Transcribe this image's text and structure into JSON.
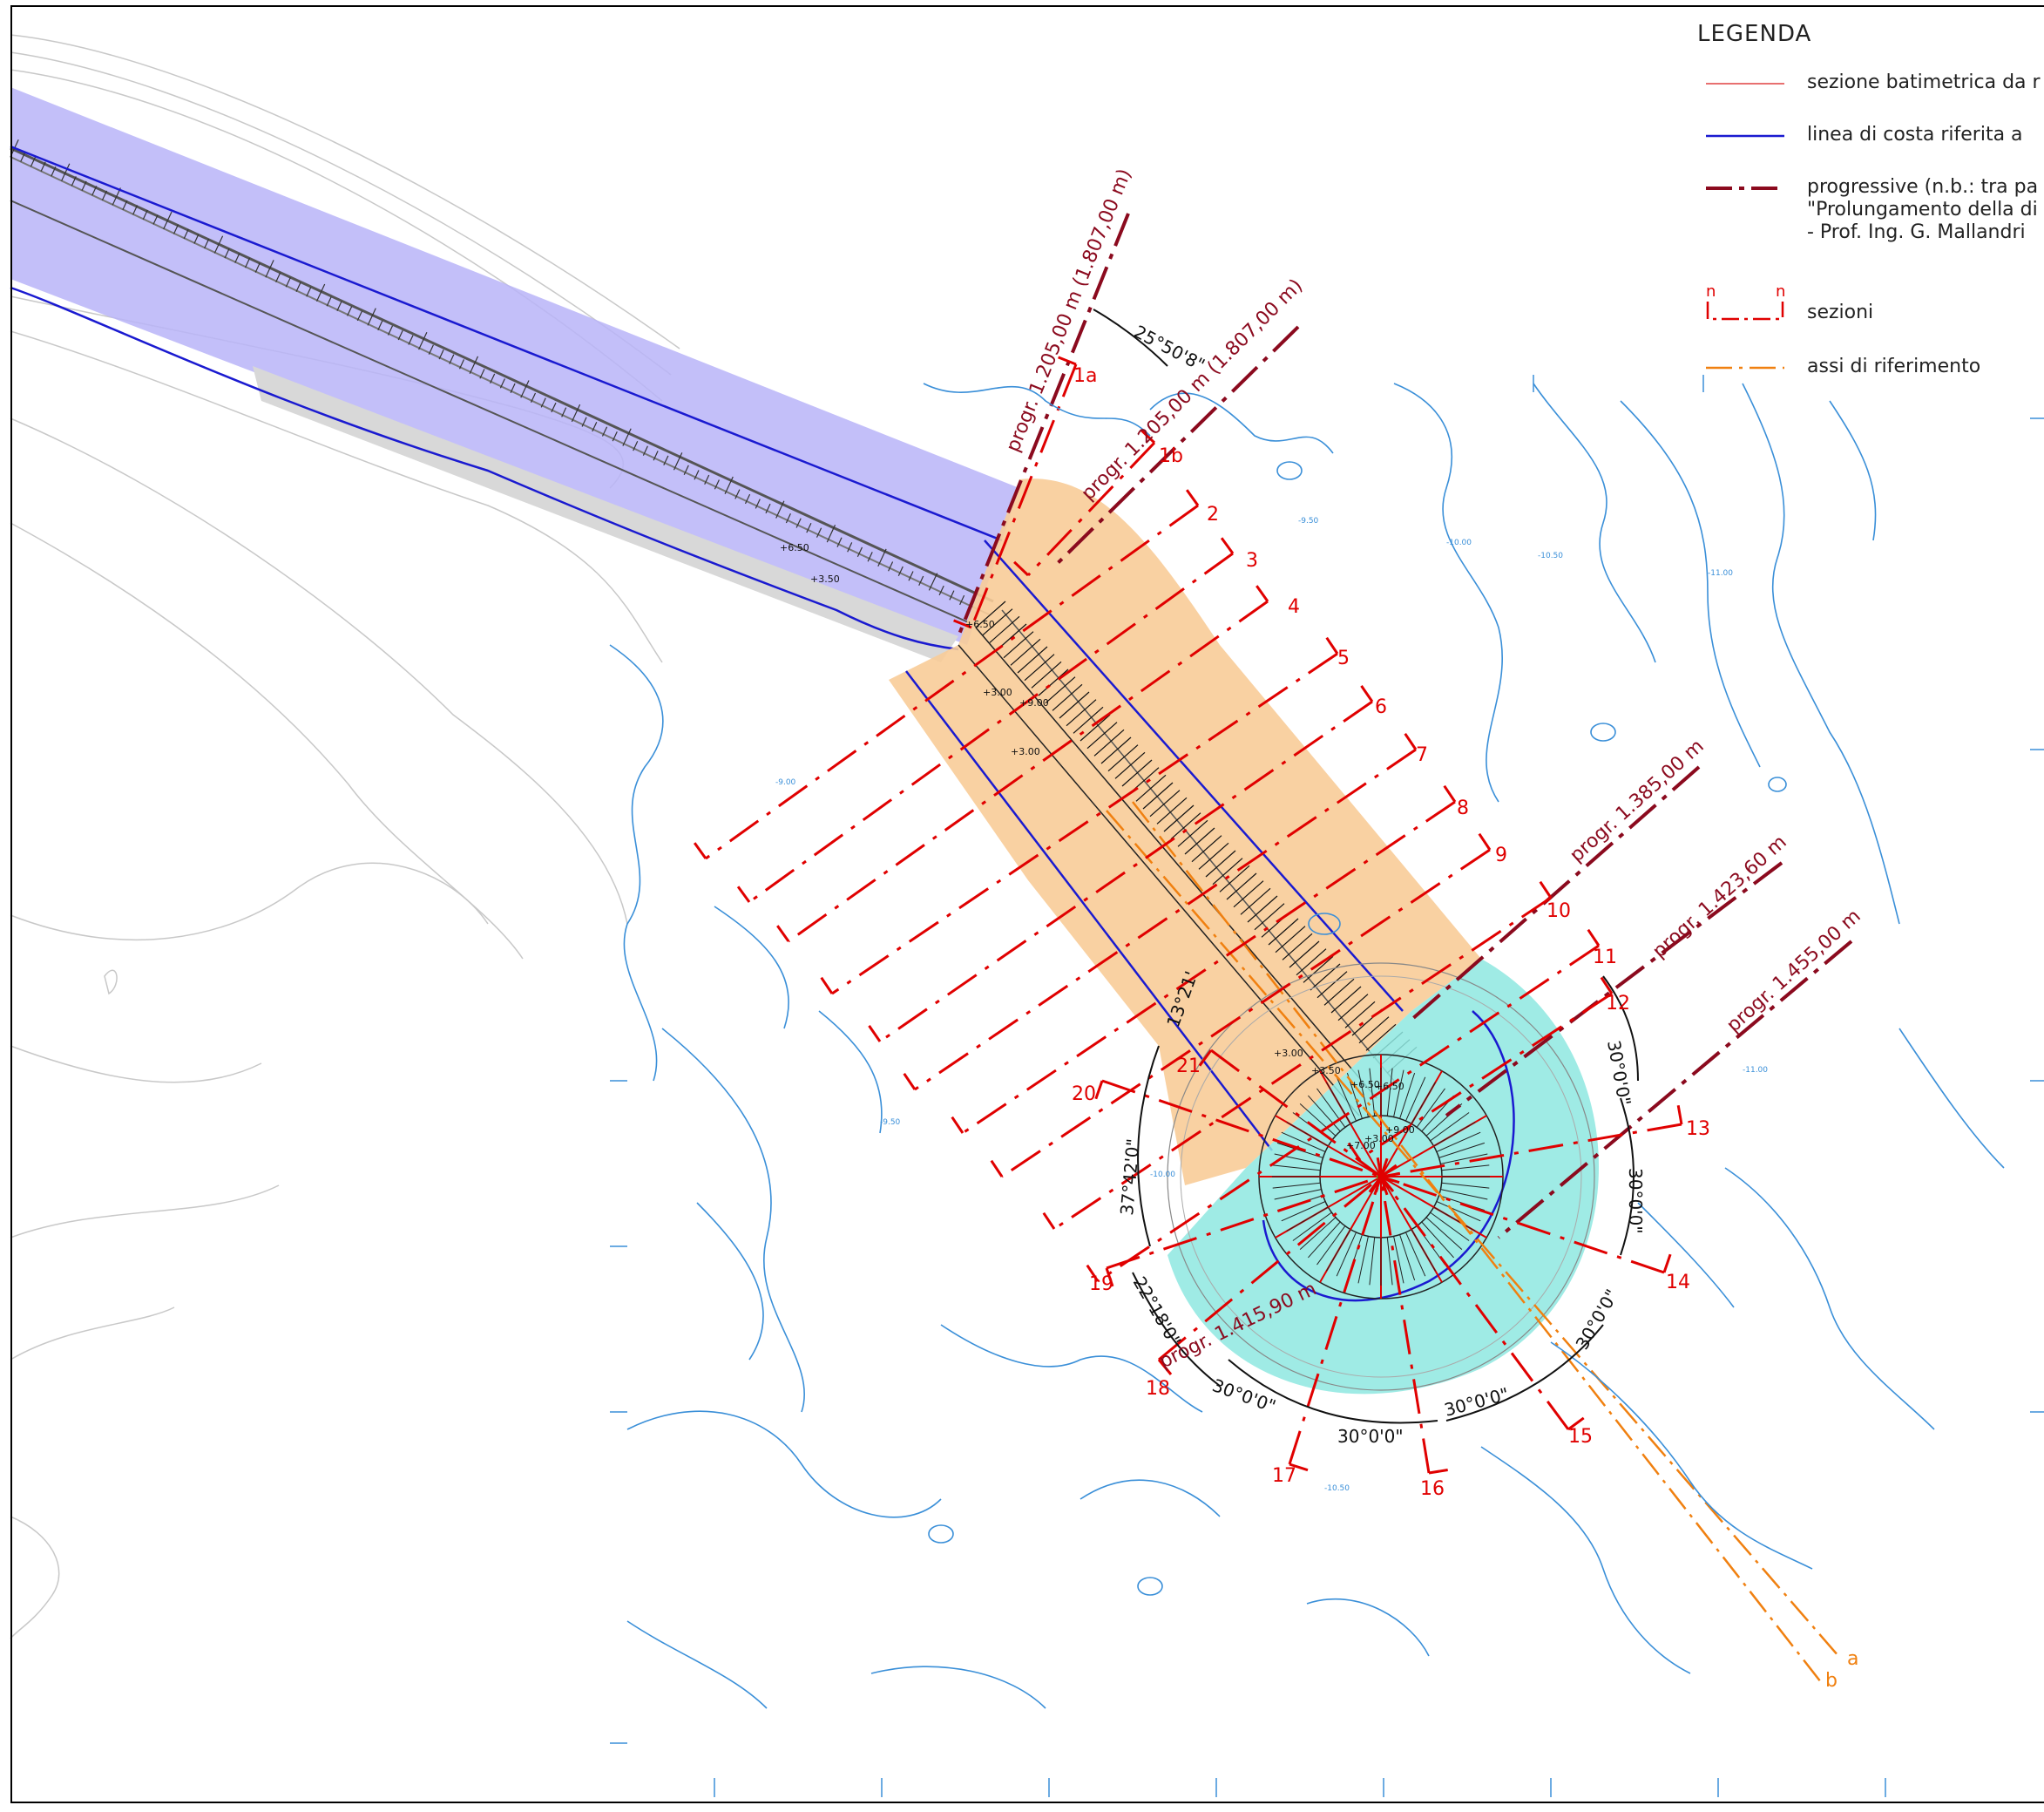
{
  "legend": {
    "title": "LEGENDA",
    "items": [
      {
        "label": "sezione batimetrica da r",
        "color": "#e04040"
      },
      {
        "label": "linea di costa riferita a",
        "color": "#1a1ad0"
      },
      {
        "label": "progressive (n.b.: tra pa",
        "extra1": "\"Prolungamento della di",
        "extra2": "- Prof. Ing. G. Mallandri",
        "color": "#8b0a1e"
      },
      {
        "label": "sezioni",
        "marker": "n",
        "color": "#e00000"
      },
      {
        "label": "assi di riferimento",
        "color": "#f08010"
      }
    ]
  },
  "progressives": [
    {
      "text": "progr. 1.205,00 m (1.807,00 m)"
    },
    {
      "text": "progr. 1.205,00 m (1.807,00 m)"
    },
    {
      "text": "progr. 1.385,00 m"
    },
    {
      "text": "progr. 1.423,60 m"
    },
    {
      "text": "progr. 1.455,00 m"
    },
    {
      "text": "progr. 1.415,90 m"
    }
  ],
  "angles": [
    "25°50'8\"",
    "30°0'0\"",
    "30°0'0\"",
    "30°0'0\"",
    "30°0'0\"",
    "30°0'0\"",
    "30°0'0\"",
    "37°42'0\"",
    "13°21'",
    "22°18'0\""
  ],
  "sections": [
    "1a",
    "1b",
    "2",
    "3",
    "4",
    "5",
    "6",
    "7",
    "8",
    "9",
    "10",
    "11",
    "12",
    "13",
    "14",
    "15",
    "16",
    "17",
    "18",
    "19",
    "20",
    "21"
  ],
  "axes": [
    "a",
    "b"
  ],
  "elevations": [
    "+6.50",
    "+3.50",
    "+6.50",
    "+3.00",
    "+9.00",
    "+3.00",
    "+6.50",
    "+3.00",
    "+3.50",
    "+6.50",
    "+3.00",
    "+7.00",
    "+9.00"
  ],
  "depths": [
    "-9.50",
    "-10.00",
    "-10.50",
    "-11.00",
    "-9.00",
    "-9.50",
    "-10.00",
    "-10.50",
    "-11.00"
  ],
  "colors": {
    "bathymetry_red": "#e04040",
    "coastline_blue": "#1a1ad0",
    "progressive": "#8b0a1e",
    "section_red": "#e00000",
    "axis_orange": "#f08010",
    "isobath_blue": "#3a8fd8",
    "breakwater_fill": "#b8b4f8",
    "fill_orange": "#f8cc98",
    "fill_cyan": "#8ee8e0"
  }
}
